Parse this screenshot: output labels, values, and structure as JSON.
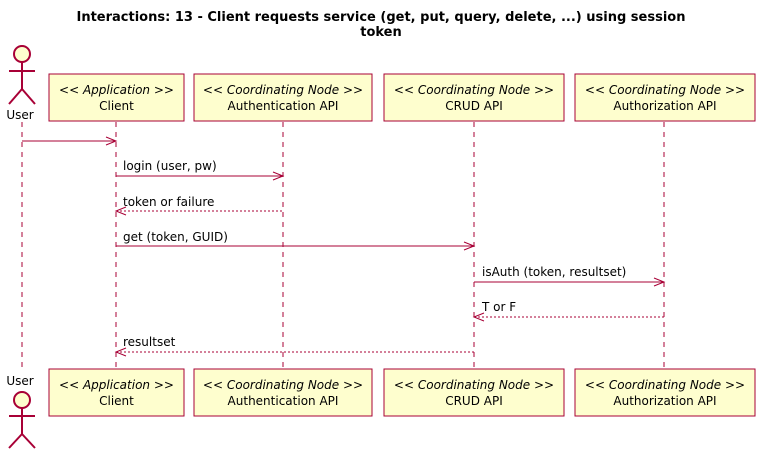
{
  "title_line1": "Interactions: 13 - Client requests service (get, put, query, delete, ...) using session",
  "title_line2": "token",
  "actor": {
    "name": "User"
  },
  "participants": [
    {
      "stereotype": "<< Application >>",
      "name": "Client"
    },
    {
      "stereotype": "<< Coordinating Node >>",
      "name": "Authentication API"
    },
    {
      "stereotype": "<< Coordinating Node >>",
      "name": "CRUD API"
    },
    {
      "stereotype": "<< Coordinating Node >>",
      "name": "Authorization API"
    }
  ],
  "messages": [
    {
      "label": "",
      "style": "solid"
    },
    {
      "label": "login (user, pw)",
      "style": "solid"
    },
    {
      "label": "token or failure",
      "style": "dashed"
    },
    {
      "label": "get (token, GUID)",
      "style": "solid"
    },
    {
      "label": "isAuth (token, resultset)",
      "style": "solid"
    },
    {
      "label": "T or F",
      "style": "dashed"
    },
    {
      "label": "resultset",
      "style": "dashed"
    }
  ],
  "colors": {
    "box_fill": "#FEFECE",
    "border": "#A80036"
  }
}
